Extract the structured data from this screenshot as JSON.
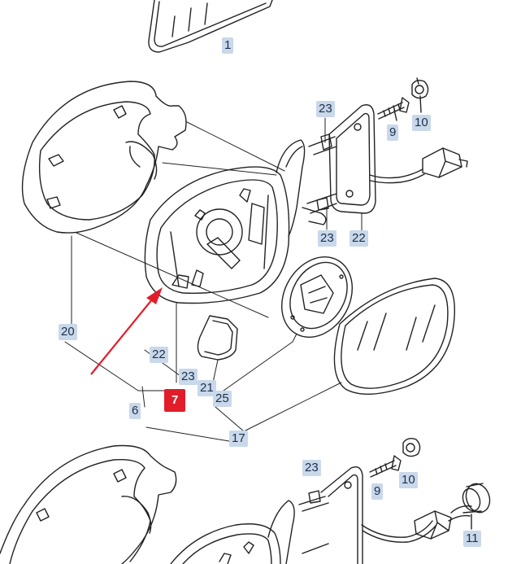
{
  "diagram": {
    "part_labels": [
      "1",
      "23",
      "9",
      "10",
      "22",
      "23",
      "22",
      "20",
      "23",
      "21",
      "25",
      "6",
      "17",
      "23",
      "9",
      "10",
      "11"
    ],
    "highlighted_label": "7",
    "highlight_color": "#e11d2a",
    "label_bg_color": "#c9d8ea",
    "line_color": "#222222"
  }
}
